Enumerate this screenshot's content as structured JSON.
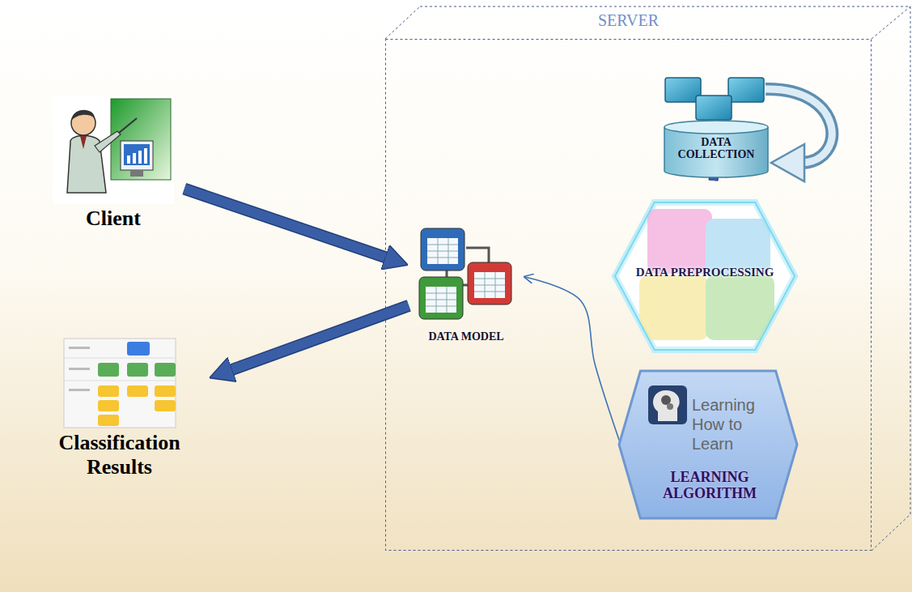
{
  "diagram": {
    "nodes": [
      {
        "text": [
          "Client"
        ]
      },
      {
        "text": [
          "SERVER"
        ]
      },
      {
        "text": [
          "DATA COLLECTION"
        ],
        "in": 1
      },
      {
        "text": [
          "DATA PREPROCESSING"
        ],
        "in": 1
      },
      {
        "text": [
          "DATA MODEL"
        ],
        "in": 1
      },
      {
        "text": [
          "Learning How to Learn",
          "LEARNING ALGORITHM"
        ],
        "in": 1
      },
      {
        "text": [
          "Classification Results"
        ]
      }
    ],
    "edges": [
      {
        "from": 0,
        "to": 4,
        "arrow": "to"
      },
      {
        "from": 4,
        "to": 6,
        "arrow": "to"
      },
      {
        "from": 2,
        "to": 3,
        "arrow": "to"
      },
      {
        "from": 3,
        "to": 5,
        "arrow": "to"
      },
      {
        "from": 5,
        "to": 4,
        "arrow": "to"
      }
    ]
  }
}
